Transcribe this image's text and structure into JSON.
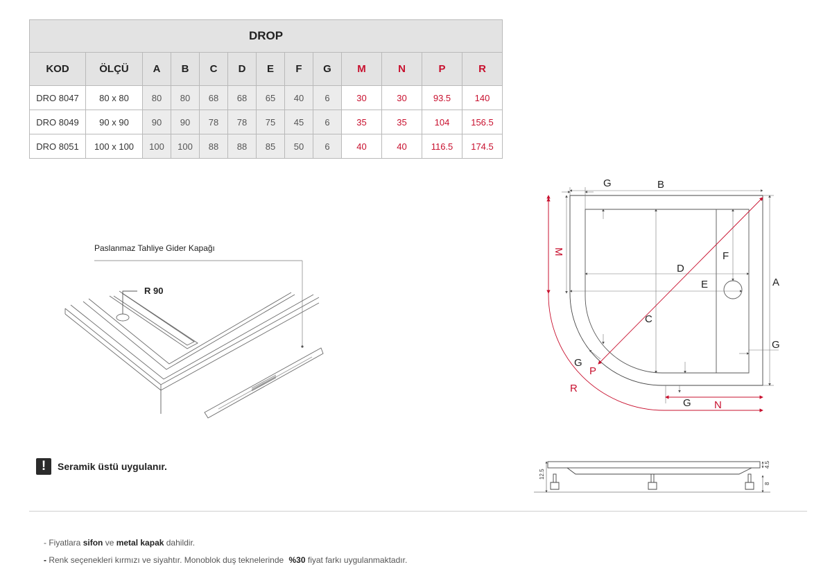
{
  "table": {
    "title": "DROP",
    "headers": [
      {
        "label": "KOD",
        "red": false
      },
      {
        "label": "ÖLÇÜ",
        "red": false
      },
      {
        "label": "A",
        "red": false
      },
      {
        "label": "B",
        "red": false
      },
      {
        "label": "C",
        "red": false
      },
      {
        "label": "D",
        "red": false
      },
      {
        "label": "E",
        "red": false
      },
      {
        "label": "F",
        "red": false
      },
      {
        "label": "G",
        "red": false
      },
      {
        "label": "M",
        "red": true
      },
      {
        "label": "N",
        "red": true
      },
      {
        "label": "P",
        "red": true
      },
      {
        "label": "R",
        "red": true
      }
    ],
    "rows": [
      [
        "DRO 8047",
        "80 x 80",
        "80",
        "80",
        "68",
        "68",
        "65",
        "40",
        "6",
        "30",
        "30",
        "93.5",
        "140"
      ],
      [
        "DRO 8049",
        "90 x 90",
        "90",
        "90",
        "78",
        "78",
        "75",
        "45",
        "6",
        "35",
        "35",
        "104",
        "156.5"
      ],
      [
        "DRO 8051",
        "100 x 100",
        "100",
        "100",
        "88",
        "88",
        "85",
        "50",
        "6",
        "40",
        "40",
        "116.5",
        "174.5"
      ]
    ]
  },
  "illustration": {
    "drain_label": "Paslanmaz Tahliye Gider Kapağı",
    "radius_label": "R 90"
  },
  "plan_diagram": {
    "labels": {
      "G_top": "G",
      "B": "B",
      "M": "M",
      "F": "F",
      "D": "D",
      "E": "E",
      "A": "A",
      "C": "C",
      "G_right": "G",
      "G_diag": "G",
      "P": "P",
      "R": "R",
      "G_bottom": "G",
      "N": "N"
    }
  },
  "side_diagram": {
    "labels": {
      "h_total": "12.5",
      "h_top": "4.5",
      "h_leg": "8"
    }
  },
  "notice": {
    "icon": "!",
    "text": "Seramik üstü uygulanır."
  },
  "footnotes": {
    "line1": {
      "a": "- Fiyatlara ",
      "b": "sifon",
      "c": " ve ",
      "d": "metal kapak",
      "e": " dahildir."
    },
    "line2": {
      "a": "- ",
      "b": "Renk seçenekleri kırmızı ve siyahtır. Monoblok duş teknelerinde ",
      "c": "%30",
      "d": " fiyat farkı uygulanmaktadır."
    }
  },
  "colors": {
    "accent_red": "#c8102e",
    "header_gray": "#e3e3e3",
    "line_gray": "#555555"
  }
}
